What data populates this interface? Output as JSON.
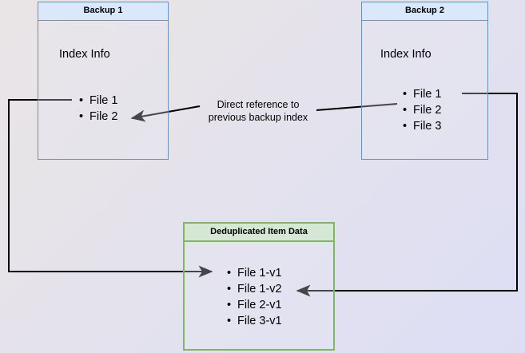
{
  "diagram": {
    "title": "Backup deduplication index reference diagram",
    "background_gradient_from": "#e9e5e6",
    "background_gradient_to": "#dddef5",
    "blue_fill": "#dae8fc",
    "blue_stroke": "#6c8ebf",
    "green_fill": "#d5e8d4",
    "green_stroke": "#82b366",
    "edge_color": "#000000"
  },
  "backup1": {
    "header": "Backup 1",
    "index_title": "Index Info",
    "files": [
      "File 1",
      "File 2"
    ]
  },
  "backup2": {
    "header": "Backup 2",
    "index_title": "Index Info",
    "files": [
      "File 1",
      "File 2",
      "File 3"
    ]
  },
  "dedup": {
    "header": "Deduplicated Item Data",
    "items": [
      "File 1-v1",
      "File 1-v2",
      "File 2-v1",
      "File 3-v1"
    ]
  },
  "labels": {
    "direct_reference_line1": "Direct reference to",
    "direct_reference_line2": "previous backup index"
  }
}
